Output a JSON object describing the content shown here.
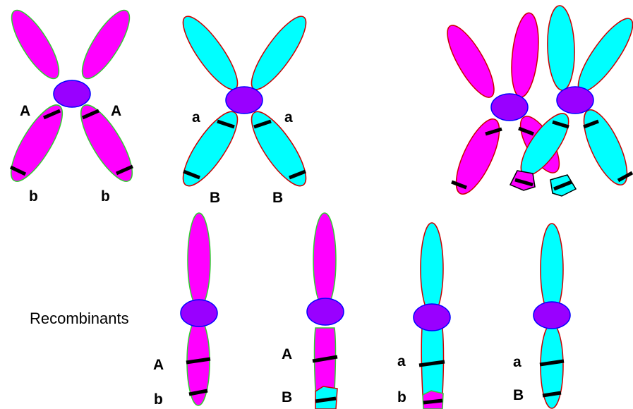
{
  "colors": {
    "magenta": "#ff00ff",
    "cyan": "#00ffff",
    "centromere": "#9900ff",
    "centromere_outline": "#0000ff",
    "outline_green": "#33cc33",
    "outline_red": "#cc0000",
    "gene_band": "#000000"
  },
  "labels": {
    "mag_pair": {
      "allele_top_left": "A",
      "allele_top_right": "A",
      "allele_bottom_left": "b",
      "allele_bottom_right": "b"
    },
    "cyan_pair": {
      "allele_top_left": "a",
      "allele_top_right": "a",
      "allele_bottom_left": "B",
      "allele_bottom_right": "B"
    },
    "recombinants_caption": "Recombinants",
    "rec1": {
      "top": "A",
      "bottom": "b"
    },
    "rec2": {
      "top": "A",
      "bottom": "B"
    },
    "rec3": {
      "top": "a",
      "bottom": "b"
    },
    "rec4": {
      "top": "a",
      "bottom": "B"
    }
  }
}
